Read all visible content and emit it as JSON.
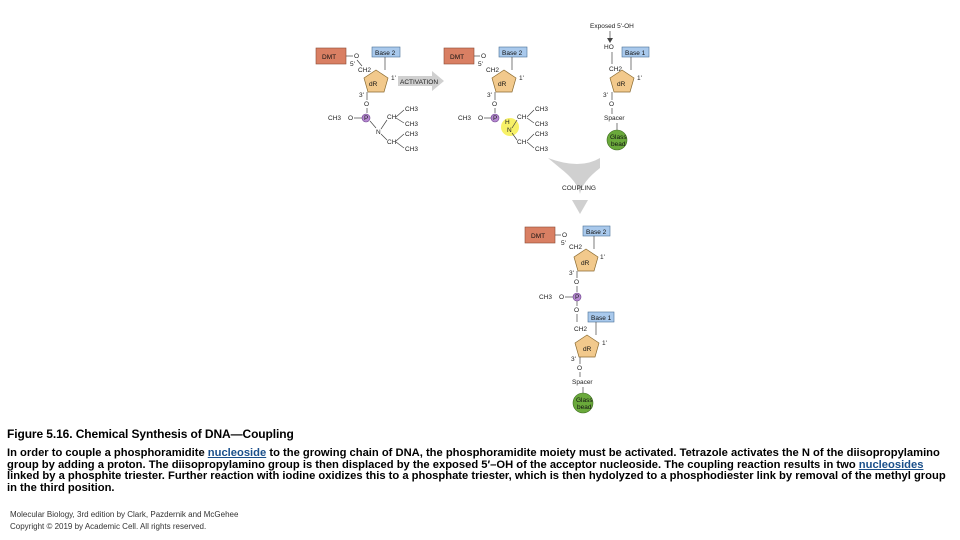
{
  "figure": {
    "exposed_oh_label": "Exposed 5'-OH",
    "activation_label": "ACTIVATION",
    "coupling_label": "COUPLING",
    "dmt": "DMT",
    "base2": "Base 2",
    "base1": "Base 1",
    "dr": "dR",
    "p": "P",
    "ch3": "CH3",
    "ch2": "CH2",
    "ch": "CH",
    "o": "O",
    "n": "N",
    "h": "H",
    "ho": "HO",
    "five_prime": "5'",
    "three_prime": "3'",
    "one_prime": "1'",
    "spacer": "Spacer",
    "glass_bead_1": "Glass",
    "glass_bead_2": "bead",
    "colors": {
      "dmt_box": "#d97f63",
      "base_box": "#a9c9ec",
      "sugar": "#f2c98c",
      "phosphorus": "#b68ad1",
      "tetrazole": "#f6ef56",
      "glass_bead": "#6aa93b",
      "arrow": "#d0d0d0"
    }
  },
  "caption": {
    "title": "Figure 5.16. Chemical Synthesis of DNA—Coupling",
    "body_1": "In order to couple a phosphoramidite ",
    "link_1": "nucleoside",
    "body_2": " to the growing chain of DNA, the phosphoramidite moiety must be activated. Tetrazole activates the N of the diisopropylamino group by adding a proton. The diisopropylamino group is then displaced by the exposed 5′–OH of the acceptor nucleoside. The coupling reaction results in two ",
    "link_2": "nucleosides",
    "body_3": " linked by a phosphite triester. Further reaction with iodine oxidizes this to a phosphate triester, which is then hydolyzed to a phosphodiester link by removal of the methyl group in the third position."
  },
  "credit": {
    "line1": "Molecular Biology, 3rd edition by Clark, Pazdernik and McGehee",
    "line2": "Copyright © 2019 by Academic Cell. All rights reserved."
  }
}
